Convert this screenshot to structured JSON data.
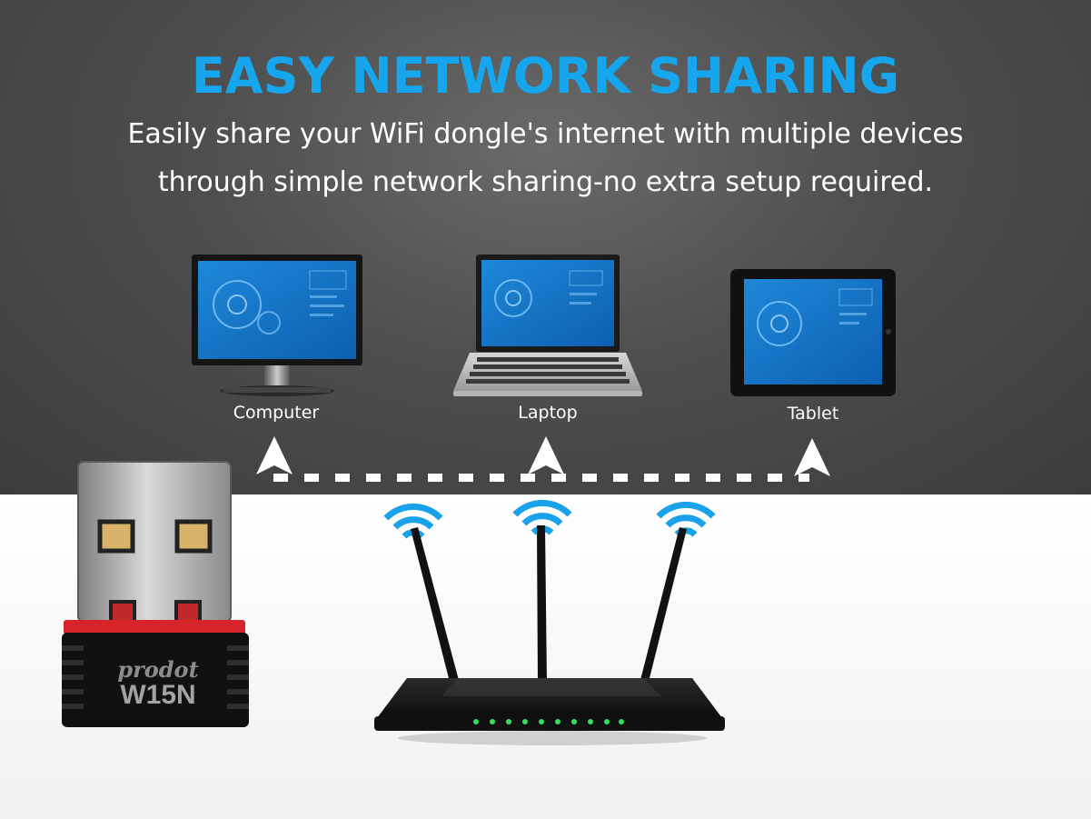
{
  "header": {
    "title": "EASY NETWORK SHARING",
    "subtitle_line1": "Easily share your WiFi dongle's internet with multiple devices",
    "subtitle_line2": "through simple network sharing-no extra setup required."
  },
  "devices": [
    {
      "label": "Computer",
      "icon": "desktop-monitor-icon"
    },
    {
      "label": "Laptop",
      "icon": "laptop-icon"
    },
    {
      "label": "Tablet",
      "icon": "tablet-icon"
    }
  ],
  "dongle": {
    "brand": "prodot",
    "model": "W15N",
    "icon": "usb-wifi-dongle"
  },
  "router": {
    "icon": "wifi-router-icon",
    "antenna_count": 3
  },
  "colors": {
    "accent": "#16a6ee",
    "dark_bg": "#4e4e4e",
    "light_bg": "#f5f5f5",
    "dongle_red": "#d7242a"
  }
}
